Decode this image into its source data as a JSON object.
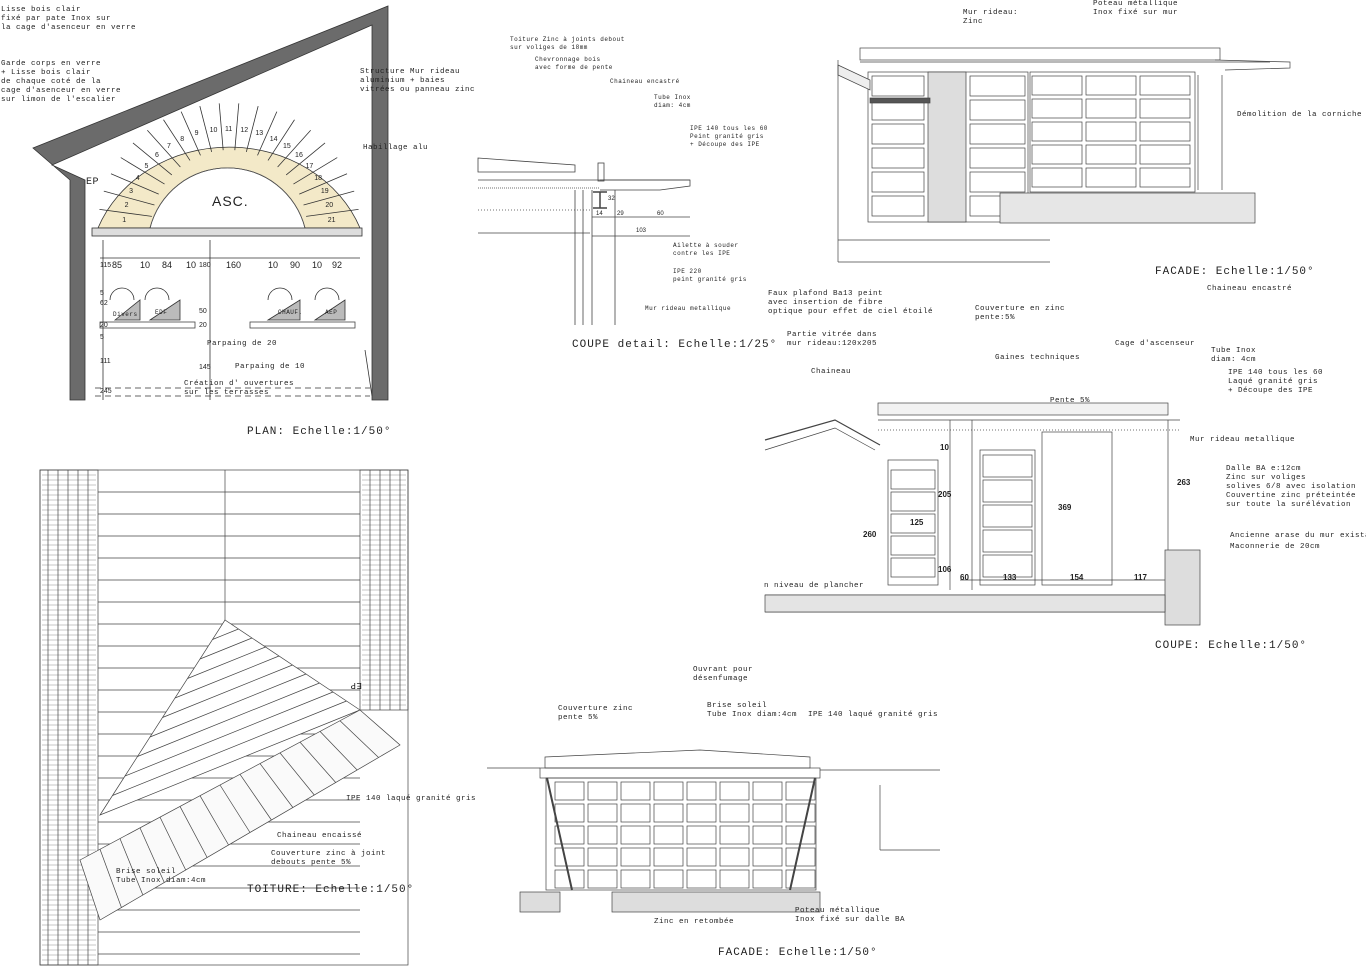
{
  "plan": {
    "title": "PLAN: Echelle:1/50°",
    "labels": {
      "lisse": "Lisse bois clair\nfixé par pate Inox sur\nla cage d'asenceur en verre",
      "garde": "Garde corps en verre\n+ Lisse bois clair\nde chaque coté de la\ncage d'asenceur en verre\nsur limon de l'escalier",
      "structure": "Structure Mur rideau\naluminium + baies\nvitrées ou panneau zinc",
      "habillage": "Habillage alu",
      "ep": "EP",
      "asc": "ASC.",
      "parpaing20": "Parpaing de 20",
      "parpaing10": "Parpaing de 10",
      "creation": "Création d' ouvertures\nsur les terrasses"
    },
    "dims_h": [
      "85",
      "10",
      "84",
      "10",
      "160",
      "10",
      "90",
      "10",
      "92"
    ],
    "dims_v": [
      "115",
      "180",
      "62",
      "5",
      "20",
      "50",
      "20",
      "5",
      "111",
      "145",
      "245"
    ],
    "steps": [
      "1",
      "2",
      "3",
      "4",
      "5",
      "6",
      "7",
      "8",
      "9",
      "10",
      "11",
      "12",
      "13",
      "14",
      "15",
      "16",
      "17",
      "18",
      "19",
      "20",
      "21"
    ],
    "rooms": [
      "Divers",
      "EDF",
      "CHAUF.",
      "AEP"
    ]
  },
  "coupe_detail": {
    "title": "COUPE detail: Echelle:1/25°",
    "labels": {
      "toiture": "Toiture Zinc à joints debout\nsur voliges de 18mm",
      "chevronnage": "Chevronnage bois\navec forme de pente",
      "chaineau": "Chaineau encastré",
      "tube": "Tube Inox\ndiam: 4cm",
      "ipe140": "IPE 140 tous les 60\nPeint granité gris\n+ Découpe des IPE",
      "ailette": "Ailette à souder\ncontre les IPE",
      "ipe220": "IPE 220\npeint granité gris",
      "mur": "Mur rideau metallique"
    },
    "dims": [
      "32",
      "14",
      "29",
      "60",
      "103"
    ]
  },
  "facade_top": {
    "title": "FACADE: Echelle:1/50°",
    "labels": {
      "mur": "Mur rideau:\nZinc",
      "poteau": "Poteau métallique\nInox fixé sur mur",
      "demolition": "Démolition de la corniche"
    }
  },
  "coupe": {
    "title": "COUPE: Echelle:1/50°",
    "labels": {
      "faux": "Faux plafond Ba13 peint\navec insertion de fibre\noptique pour effet de ciel étoilé",
      "couverture": "Couverture en zinc\npente:5%",
      "chaineau_enc": "Chaineau encastré",
      "partie": "Partie vitrée dans\nmur rideau:120x205",
      "gaines": "Gaines techniques",
      "cage": "Cage d'ascenseur",
      "tube": "Tube Inox\ndiam: 4cm",
      "ipe": "IPE 140 tous les 60\nLaqué granité gris\n+ Découpe des IPE",
      "chaineau": "Chaineau",
      "pente": "Pente 5%",
      "mur": "Mur rideau metallique",
      "dalle": "Dalle BA e:12cm\nZinc sur voliges\nsolives 6/8 avec isolation\nCouvertine zinc préteintée\nsur toute la surélévation",
      "ancienne": "Ancienne arase du mur existant",
      "maconnerie": "Maconnerie de 20cm",
      "niveau": "n niveau de plancher"
    },
    "dims": {
      "d10": "10",
      "d205": "205",
      "d125": "125",
      "d260": "260",
      "d106": "106",
      "d369": "369",
      "d263": "263",
      "d60": "60",
      "d133": "133",
      "d154": "154",
      "d117": "117"
    }
  },
  "toiture": {
    "title": "TOITURE: Echelle:1/50°",
    "labels": {
      "ipe": "IPE 140 laqué granité gris",
      "chaineau": "Chaineau encaissé",
      "couverture": "Couverture zinc à joint\ndebouts pente 5%",
      "brise": "Brise soleil\nTube Inox diam:4cm",
      "ep": "EP"
    }
  },
  "facade_bottom": {
    "title": "FACADE: Echelle:1/50°",
    "labels": {
      "ouvrant": "Ouvrant pour\ndésenfumage",
      "couverture": "Couverture zinc\npente 5%",
      "brise": "Brise soleil\nTube Inox diam:4cm",
      "ipe": "IPE 140 laqué granité gris",
      "zinc": "Zinc en retombée",
      "poteau": "Poteau métallique\nInox fixé sur dalle BA"
    }
  },
  "colors": {
    "wall": "#6b6b6b",
    "stair": "#f3e9c8",
    "line": "#333333",
    "fill": "#d9d9d9"
  }
}
